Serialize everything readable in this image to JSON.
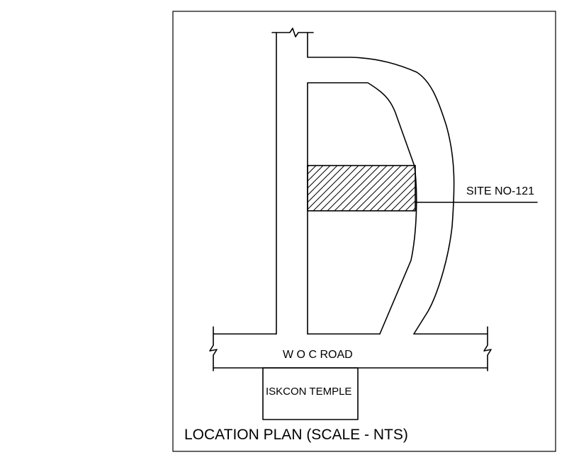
{
  "plan": {
    "site_label": "SITE NO-121",
    "road_label": "W O C ROAD",
    "temple_label": "ISKCON TEMPLE",
    "title": "LOCATION PLAN (SCALE - NTS)"
  },
  "colors": {
    "line": "#000000",
    "background": "#ffffff"
  }
}
